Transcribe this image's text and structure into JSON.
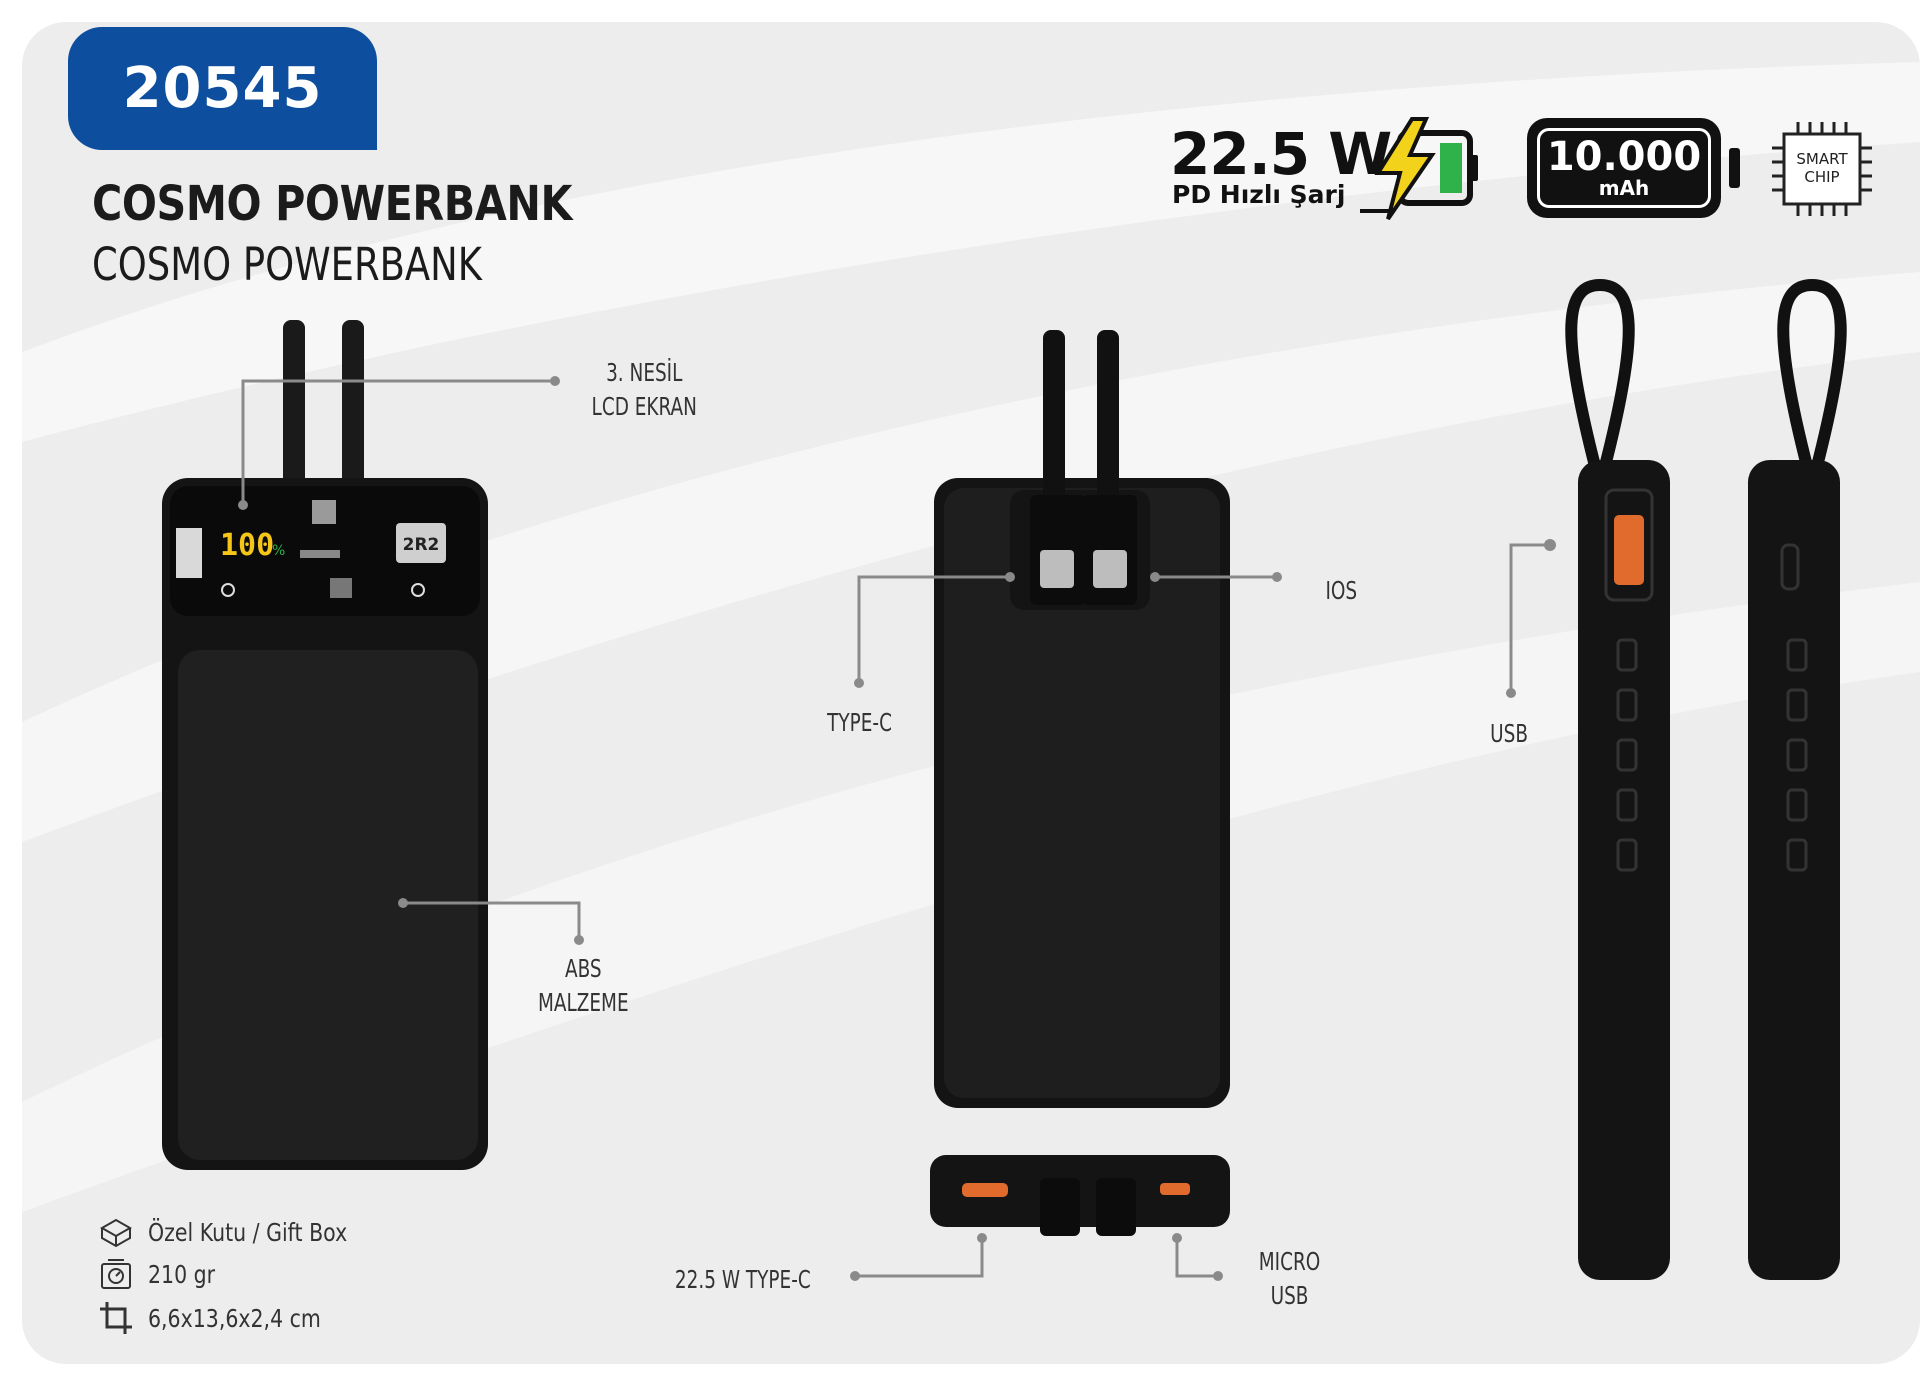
{
  "product_code": "20545",
  "title_bold": "COSMO POWERBANK",
  "title_light": "COSMO POWERBANK",
  "specs": {
    "power": "22.5 W",
    "power_sub": "PD Hızlı Şarj",
    "capacity": "10.000",
    "capacity_unit": "mAh",
    "chip_line1": "SMART",
    "chip_line2": "CHIP"
  },
  "screen": {
    "value": "100",
    "unit": "%",
    "model": "2R2"
  },
  "callouts": {
    "lcd_line1": "3. NESİL",
    "lcd_line2": "LCD EKRAN",
    "abs_line1": "ABS",
    "abs_line2": "MALZEME",
    "type_c": "TYPE-C",
    "ios": "IOS",
    "usb": "USB",
    "type_c_22": "22.5 W TYPE-C",
    "micro_line1": "MICRO",
    "micro_line2": "USB"
  },
  "features": {
    "packaging": "Özel Kutu / Gift Box",
    "weight": "210 gr",
    "dimensions": "6,6x13,6x2,4 cm"
  },
  "icons": [
    "gift-box-icon",
    "scale-icon",
    "dimensions-icon",
    "lightning-battery-icon",
    "smart-chip-icon"
  ],
  "colors": {
    "badge": "#0d4f9e",
    "device": "#1c1c1c",
    "accent_yellow": "#f2d21b",
    "accent_green": "#2fb24a",
    "lcd_digits": "#f5c518"
  }
}
